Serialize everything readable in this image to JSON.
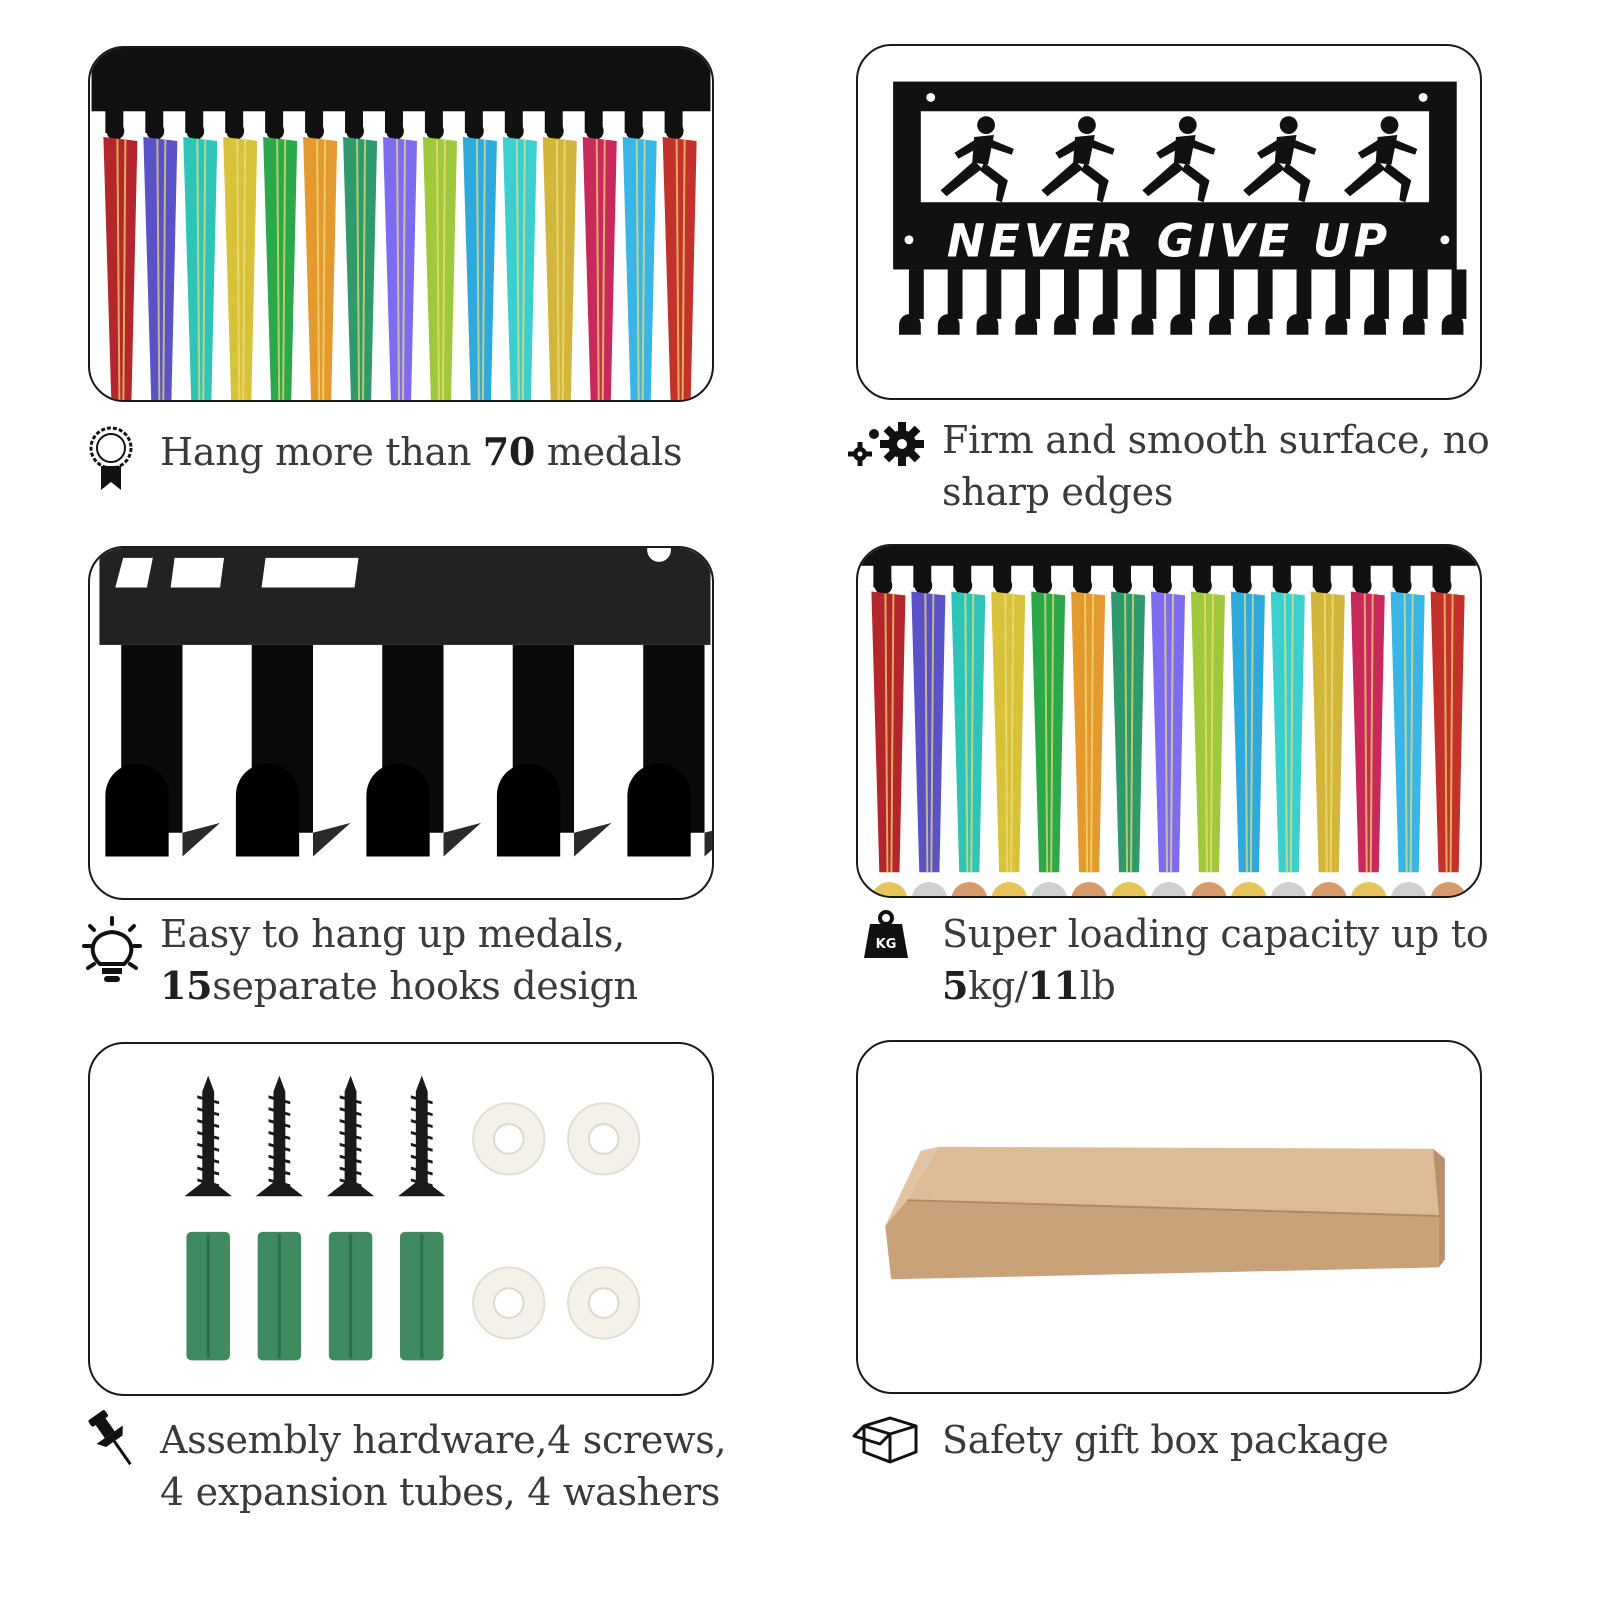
{
  "panels": {
    "top_left": {},
    "top_right": {
      "sign_text": "NEVER GIVE UP"
    },
    "mid_left": {},
    "mid_right": {},
    "bottom_left": {},
    "bottom_right": {}
  },
  "features": [
    {
      "icon": "medal-ribbon-icon",
      "lines": [
        [
          "Hang more than ",
          "70",
          " medals"
        ]
      ]
    },
    {
      "icon": "gears-icon",
      "lines": [
        [
          "Firm and smooth surface, no"
        ],
        [
          "sharp edges"
        ]
      ]
    },
    {
      "icon": "lightbulb-icon",
      "lines": [
        [
          "Easy to hang up medals,"
        ],
        [
          "",
          "15",
          "separate hooks design"
        ]
      ]
    },
    {
      "icon": "kg-weight-icon",
      "icon_text": "KG",
      "lines": [
        [
          "Super loading capacity  up to"
        ],
        [
          "",
          "5",
          "kg/",
          "11",
          "lb"
        ]
      ]
    },
    {
      "icon": "pushpin-icon",
      "lines": [
        [
          "Assembly hardware,4  screws,"
        ],
        [
          "4 expansion tubes, 4 washers"
        ]
      ]
    },
    {
      "icon": "box-icon",
      "lines": [
        [
          "Safety gift box package"
        ]
      ]
    }
  ],
  "colors": {
    "ribbons": [
      "#b3262b",
      "#5b52c8",
      "#2fc4b8",
      "#d8c23a",
      "#2aa84a",
      "#e39a2e",
      "#2f9a6c",
      "#7d6cf0",
      "#9fc83c",
      "#2fa9dc",
      "#3ccfd0",
      "#d2b63c",
      "#c72a5a",
      "#3ab6e6",
      "#c2322a"
    ],
    "frame": "#111111",
    "box": "#d9b58f",
    "plug": "#3f8a5f",
    "washer": "#f3f1ea"
  }
}
